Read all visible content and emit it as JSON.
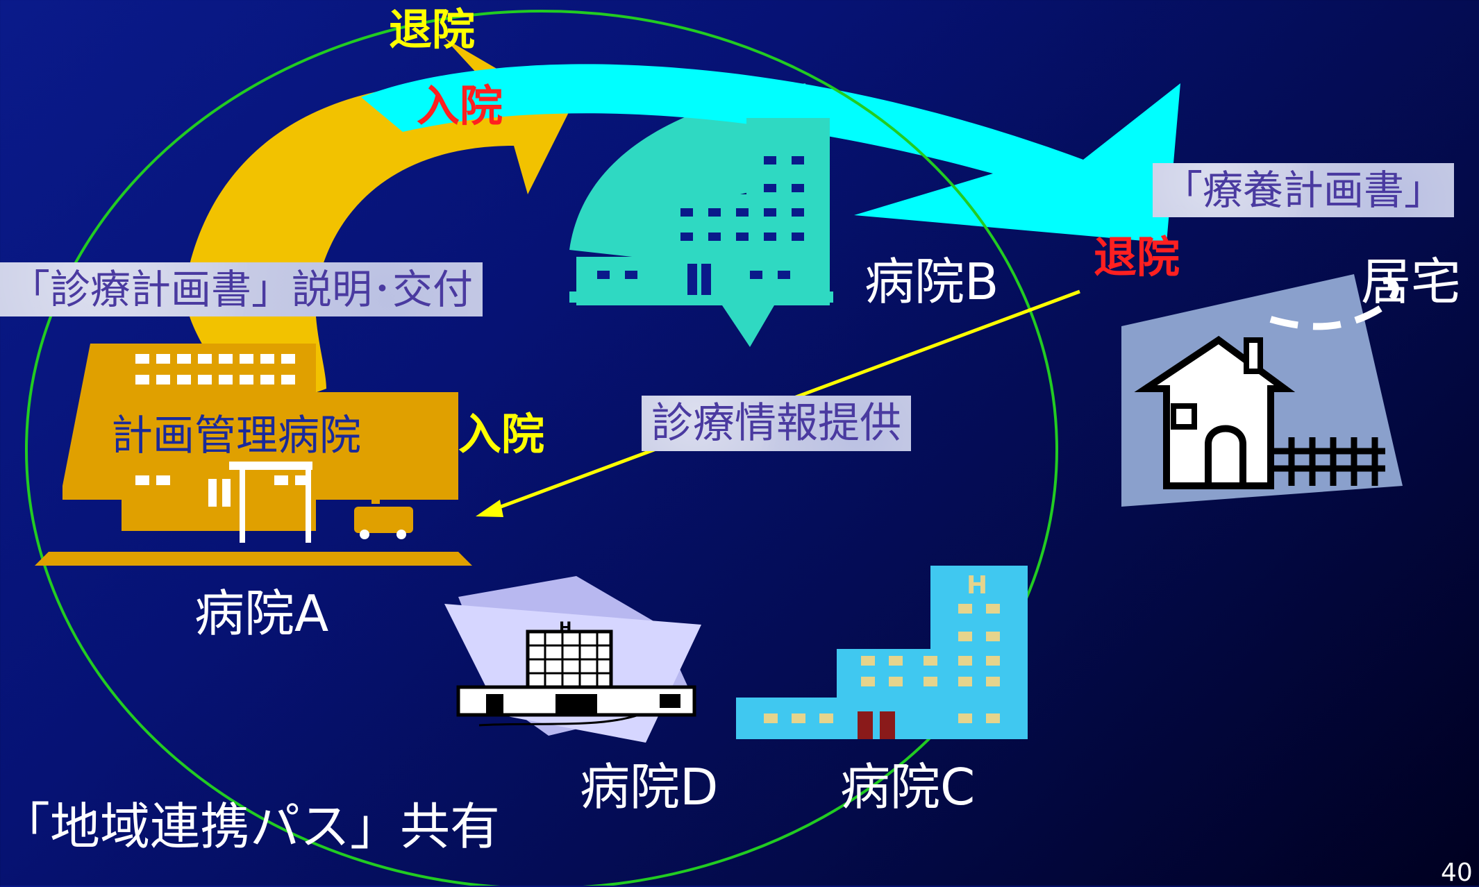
{
  "labels": {
    "taiin_top": "退院",
    "nyuin_top": "入院",
    "ryoyo_plan": "「療養計画書」",
    "shinryo_plan": "「診療計画書」説明･交付",
    "hospital_b": "病院B",
    "taiin_right": "退院",
    "home": "居宅",
    "plan_hospital": "計画管理病院",
    "nyuin_mid": "入院",
    "info_provide": "診療情報提供",
    "hospital_a": "病院A",
    "hospital_d": "病院D",
    "hospital_c": "病院C",
    "pass_share": "「地域連携パス」共有",
    "page_number": "40"
  },
  "colors": {
    "yellow_arrow": "#f2c200",
    "cyan_arrow": "#00ffff",
    "teal_hospital": "#2fd9c2",
    "orange_hospital": "#e0a000",
    "ellipse": "#22cc22",
    "house_panel": "#8aa0cc",
    "blue_hospital": "#40c8f0"
  }
}
